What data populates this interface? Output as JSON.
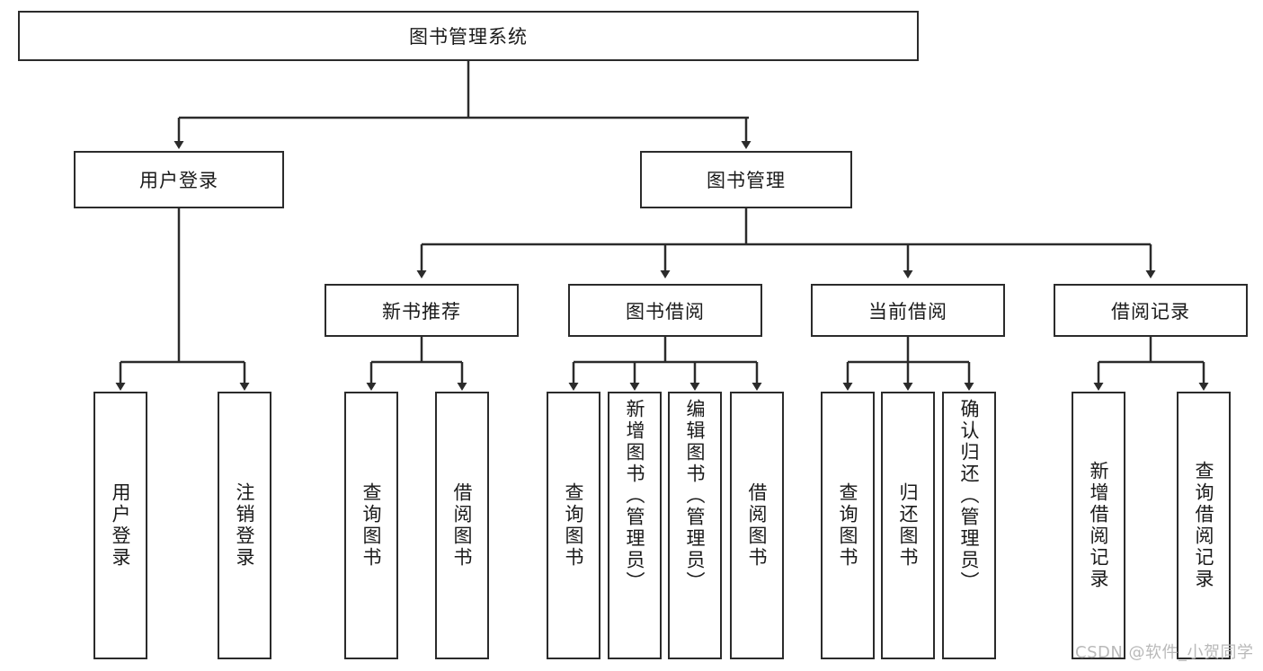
{
  "diagram": {
    "title": "图书管理系统",
    "type": "tree-hierarchy-diagram",
    "colors": {
      "box_border": "#2b2b2b",
      "box_fill": "#ffffff",
      "connector": "#2b2b2b",
      "text": "#1a1a1a",
      "watermark": "#b9b9b9"
    },
    "watermark": "CSDN @软件_小贺同学",
    "levels": {
      "root": {
        "label": "图书管理系统"
      },
      "level2": [
        {
          "id": "user-login",
          "label": "用户登录"
        },
        {
          "id": "book-manage",
          "label": "图书管理"
        }
      ],
      "level3": [
        {
          "id": "new-book-recommend",
          "label": "新书推荐",
          "parent": "book-manage"
        },
        {
          "id": "book-borrow",
          "label": "图书借阅",
          "parent": "book-manage"
        },
        {
          "id": "current-borrow",
          "label": "当前借阅",
          "parent": "book-manage"
        },
        {
          "id": "borrow-record",
          "label": "借阅记录",
          "parent": "book-manage"
        }
      ],
      "leaves": [
        {
          "id": "leaf-user-login",
          "label": "用户登录",
          "parent": "user-login"
        },
        {
          "id": "leaf-logout",
          "label": "注销登录",
          "parent": "user-login"
        },
        {
          "id": "leaf-query-book-1",
          "label": "查询图书",
          "parent": "new-book-recommend"
        },
        {
          "id": "leaf-borrow-book-1",
          "label": "借阅图书",
          "parent": "new-book-recommend"
        },
        {
          "id": "leaf-query-book-2",
          "label": "查询图书",
          "parent": "book-borrow"
        },
        {
          "id": "leaf-add-book",
          "label": "新增图书（管理员）",
          "parent": "book-borrow"
        },
        {
          "id": "leaf-edit-book",
          "label": "编辑图书（管理员）",
          "parent": "book-borrow"
        },
        {
          "id": "leaf-borrow-book-2",
          "label": "借阅图书",
          "parent": "book-borrow"
        },
        {
          "id": "leaf-query-book-3",
          "label": "查询图书",
          "parent": "current-borrow"
        },
        {
          "id": "leaf-return-book",
          "label": "归还图书",
          "parent": "current-borrow"
        },
        {
          "id": "leaf-confirm-return",
          "label": "确认归还（管理员）",
          "parent": "current-borrow"
        },
        {
          "id": "leaf-add-record",
          "label": "新增借阅记录",
          "parent": "borrow-record"
        },
        {
          "id": "leaf-query-record",
          "label": "查询借阅记录",
          "parent": "borrow-record"
        }
      ]
    }
  }
}
